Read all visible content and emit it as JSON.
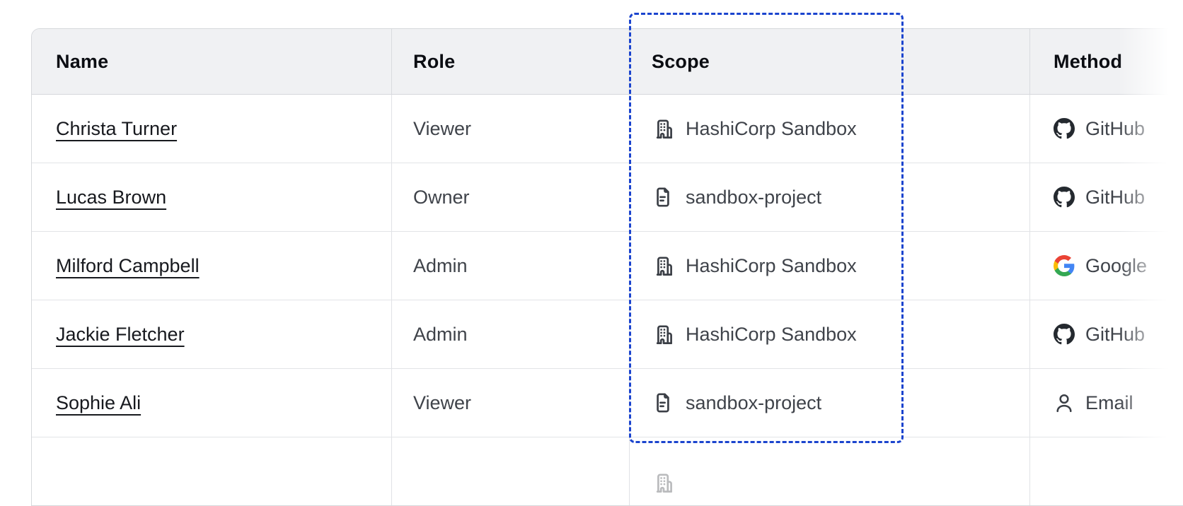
{
  "table": {
    "columns": [
      {
        "key": "name",
        "label": "Name"
      },
      {
        "key": "role",
        "label": "Role"
      },
      {
        "key": "scope",
        "label": "Scope"
      },
      {
        "key": "method",
        "label": "Method"
      }
    ],
    "rows": [
      {
        "name": "Christa Turner",
        "role": "Viewer",
        "scope": {
          "icon": "org-icon",
          "label": "HashiCorp Sandbox"
        },
        "method": {
          "icon": "github-icon",
          "label": "GitHub"
        }
      },
      {
        "name": "Lucas Brown",
        "role": "Owner",
        "scope": {
          "icon": "file-icon",
          "label": "sandbox-project"
        },
        "method": {
          "icon": "github-icon",
          "label": "GitHub"
        }
      },
      {
        "name": "Milford Campbell",
        "role": "Admin",
        "scope": {
          "icon": "org-icon",
          "label": "HashiCorp Sandbox"
        },
        "method": {
          "icon": "google-icon",
          "label": "Google"
        }
      },
      {
        "name": "Jackie Fletcher",
        "role": "Admin",
        "scope": {
          "icon": "org-icon",
          "label": "HashiCorp Sandbox"
        },
        "method": {
          "icon": "github-icon",
          "label": "GitHub"
        }
      },
      {
        "name": "Sophie Ali",
        "role": "Viewer",
        "scope": {
          "icon": "file-icon",
          "label": "sandbox-project"
        },
        "method": {
          "icon": "user-icon",
          "label": "Email"
        }
      }
    ]
  },
  "highlight": {
    "target": "scope-column",
    "border_style": "dashed",
    "color": "#1b44ce"
  },
  "colors": {
    "header_bg": "#f0f1f3",
    "outer_border": "#d6d8dc",
    "row_border": "#e2e4e7",
    "header_text": "#0b0d12",
    "link_text": "#17191e",
    "body_text": "#3f434a",
    "icon": "#3b3f46",
    "github_mark": "#24292f",
    "google_blue": "#4285f4",
    "google_green": "#34a853",
    "google_yellow": "#fbbc05",
    "google_red": "#ea4335"
  }
}
